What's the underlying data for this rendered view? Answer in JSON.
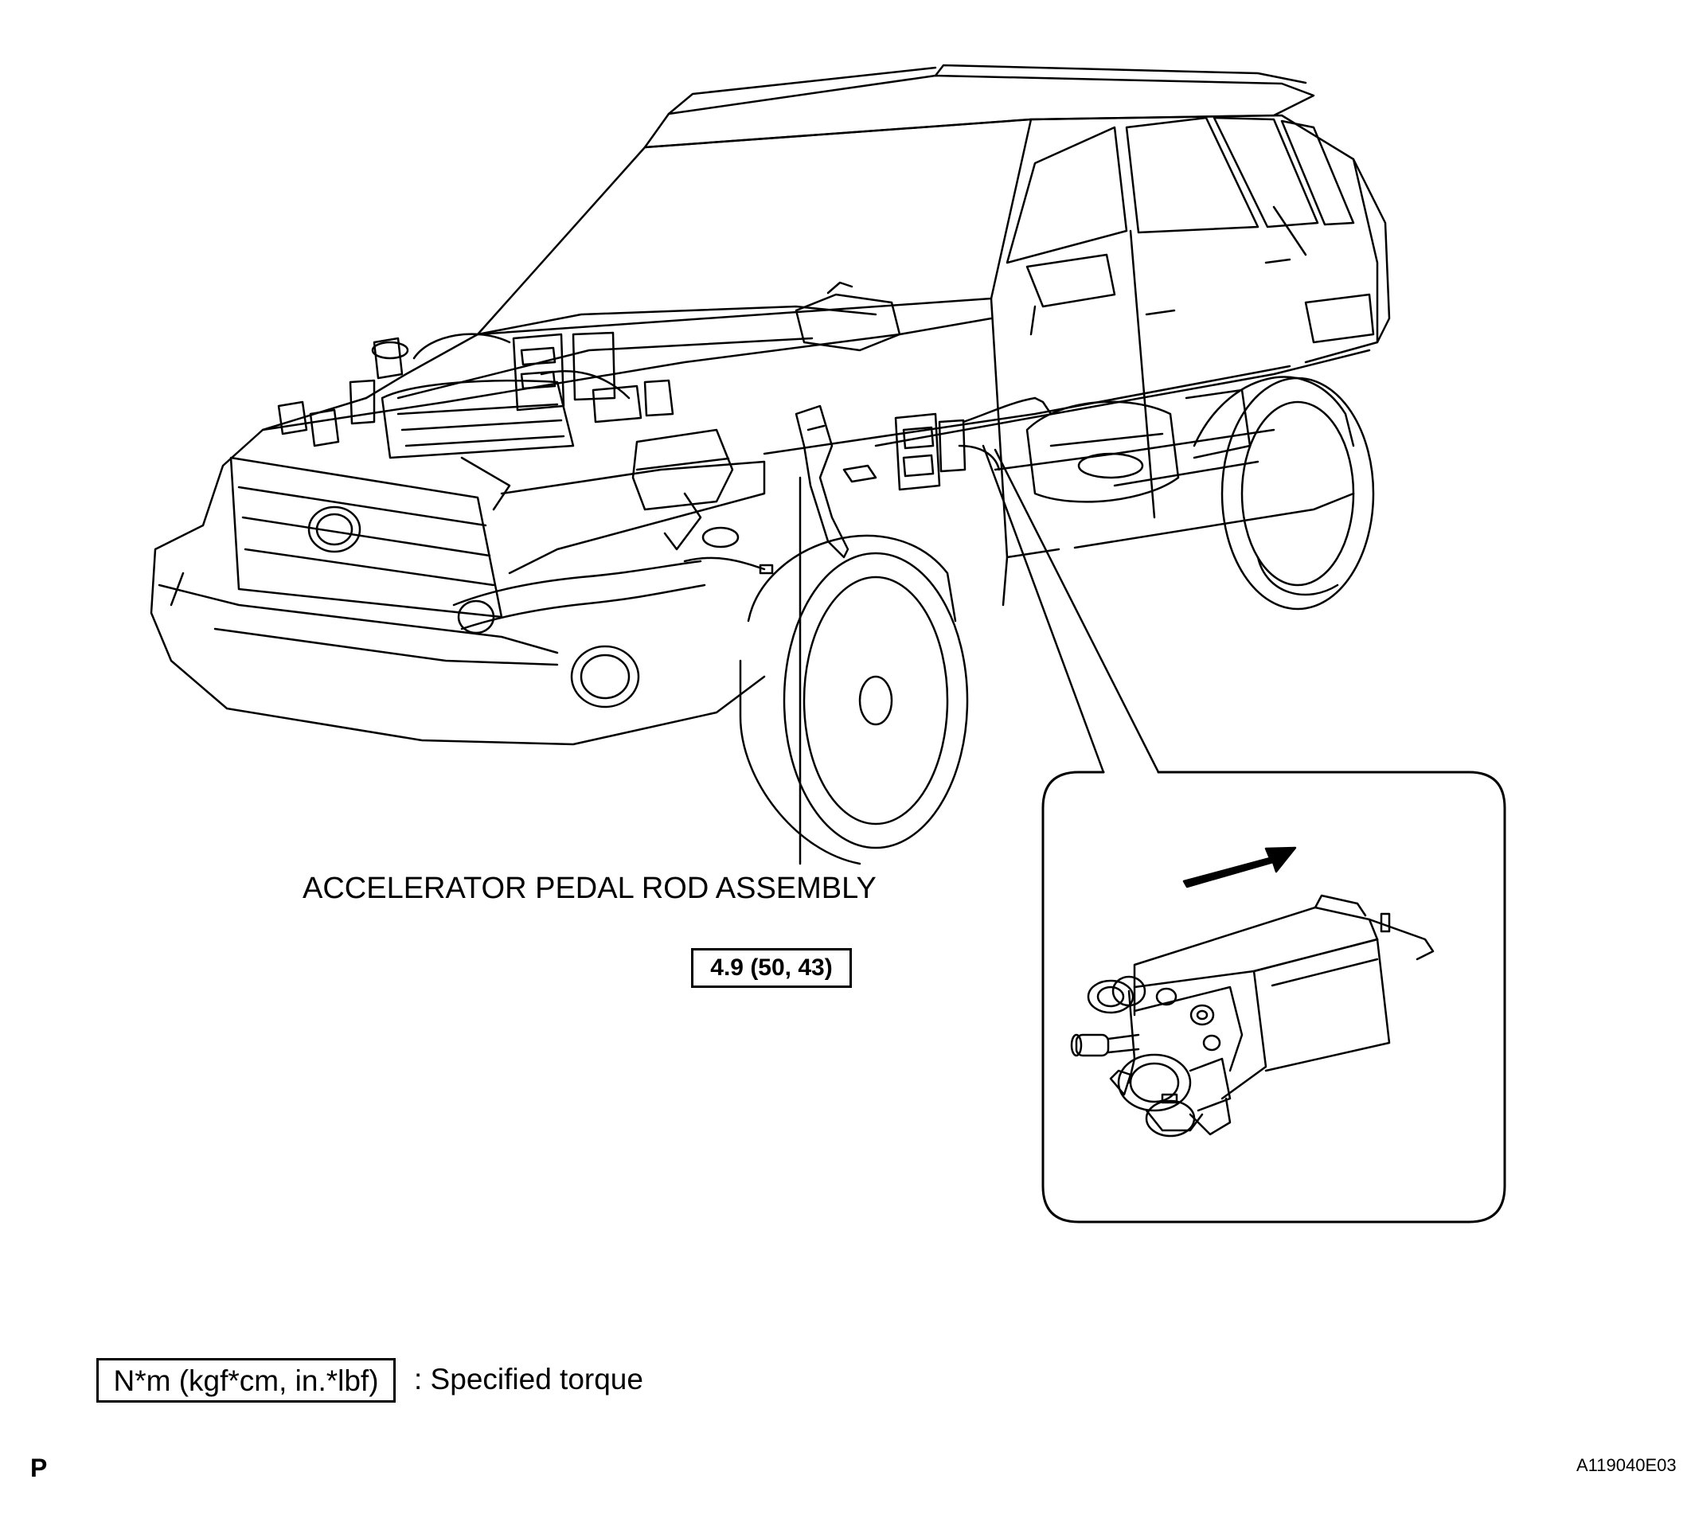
{
  "callout_label": "ACCELERATOR PEDAL ROD ASSEMBLY",
  "torque_value": "4.9 (50, 43)",
  "legend": {
    "unit_box": "N*m (kgf*cm, in.*lbf)",
    "description": ": Specified torque"
  },
  "page_letter": "P",
  "figure_code": "A119040E03",
  "icons": [
    "vehicle-outline-icon",
    "charcoal-canister-icon",
    "direction-arrow-icon"
  ]
}
